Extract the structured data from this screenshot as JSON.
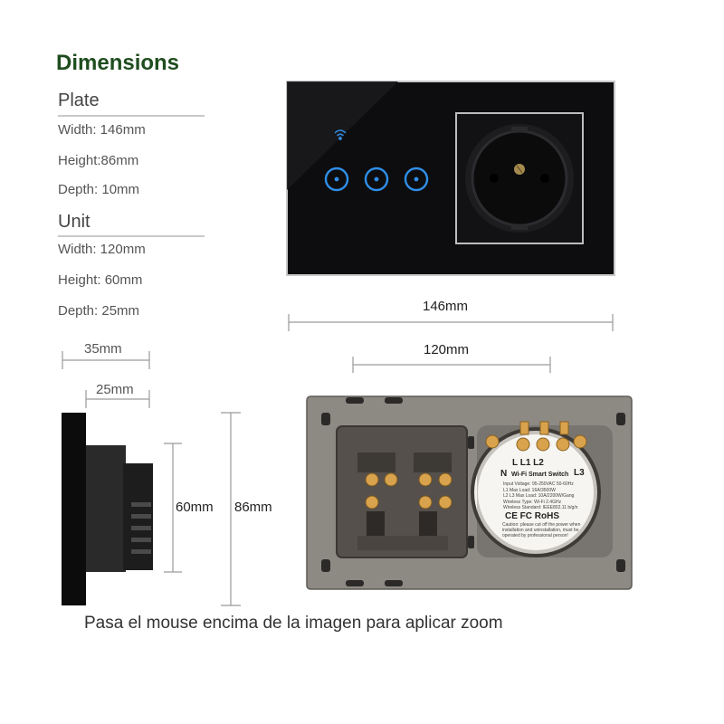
{
  "title": "Dimensions",
  "plate": {
    "heading": "Plate",
    "width": "Width: 146mm",
    "height": "Height:86mm",
    "depth": "Depth: 10mm"
  },
  "unit": {
    "heading": "Unit",
    "width": "Width: 120mm",
    "height": "Height: 60mm",
    "depth": "Depth: 25mm"
  },
  "dimensions": {
    "plate_width": "146mm",
    "unit_width": "120mm",
    "side_total": "35mm",
    "side_unit": "25mm",
    "unit_height": "60mm",
    "plate_height": "86mm"
  },
  "module_labels": {
    "top_terminals": "L  L1 L2",
    "n": "N",
    "l3": "L3",
    "name": "Wi-Fi Smart Switch",
    "specs": [
      "Input Voltage: 95-250VAC 50-60Hz",
      "L1 Max Load: 16A/3500W",
      "L2 L3 Max Load: 10A/2200W/Gang",
      "Wireless Type: Wi-Fi 2.4GHz",
      "Wireless Standard: IEEE802.11 b/g/n"
    ],
    "certs": "CE FC RoHS",
    "caution": [
      "Caution: please cut off the power when",
      "installation and uninstallation, must be",
      "operated by professional person!"
    ]
  },
  "caption": "Pasa el mouse encima de la imagen para aplicar zoom",
  "colors": {
    "title": "#1f4d1f",
    "glass": "#0d0d0f",
    "touch_ring": "#2f8ee8",
    "back_plate": "#8d8983",
    "terminal_block": "#55504b",
    "terminal_brass": "#d9a24c"
  }
}
